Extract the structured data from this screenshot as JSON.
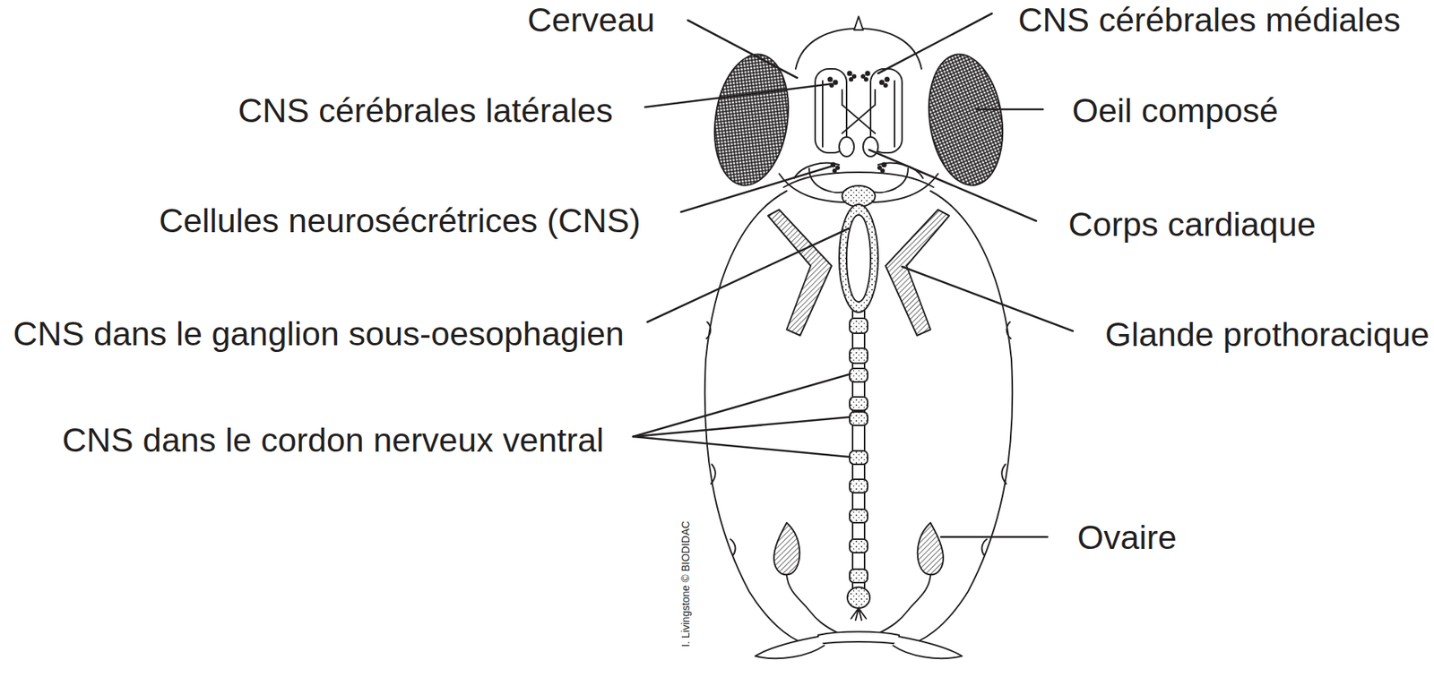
{
  "diagram": {
    "labels": [
      "Cerveau",
      "CNS cérébrales médiales",
      "CNS cérébrales latérales",
      "Oeil composé",
      "Cellules neurosécrétrices (CNS)",
      "Corps cardiaque",
      "CNS dans le ganglion sous-oesophagien",
      "Glande prothoracique",
      "CNS dans le cordon nerveux ventral",
      "Ovaire",
      "I. Livingstone © BIODIDAC"
    ]
  }
}
